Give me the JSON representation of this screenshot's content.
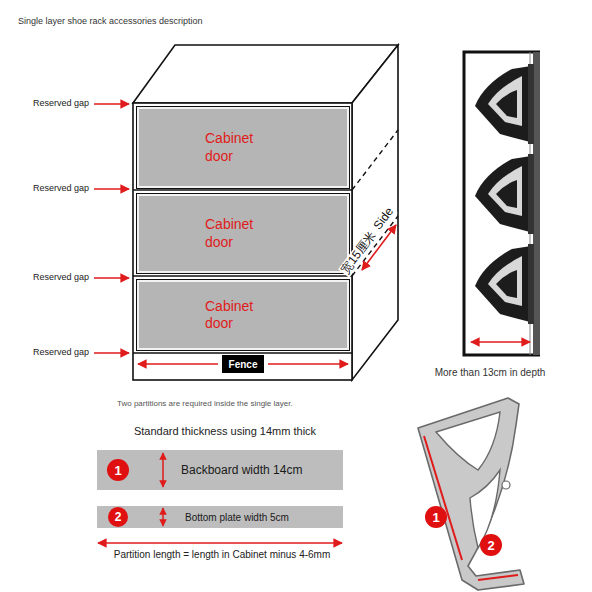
{
  "diagram": {
    "title": "Single layer shoe rack accessories description",
    "nodes": [
      {
        "text": [
          "Cabinet door"
        ]
      },
      {
        "text": [
          "Cabinet door"
        ]
      },
      {
        "text": [
          "Cabinet door"
        ]
      },
      {
        "text": [
          "Fence"
        ]
      },
      {
        "text": [
          "Backboard width 14cm"
        ]
      },
      {
        "text": [
          "1"
        ],
        "in": 4
      },
      {
        "text": [
          "Bottom plate width 5cm"
        ]
      },
      {
        "text": [
          "2"
        ],
        "in": 6
      },
      {
        "text": [
          "1"
        ]
      },
      {
        "text": [
          "2"
        ]
      }
    ],
    "labels": [
      "Reserved gap",
      "Reserved gap",
      "Reserved gap",
      "Reserved gap",
      "Side",
      "宽15厘米",
      "More than 13cm in depth",
      "Two partitions are required inside the single layer.",
      "Standard thickness using 14mm thick",
      "Partition length = length in Cabinet minus 4-6mm"
    ]
  }
}
